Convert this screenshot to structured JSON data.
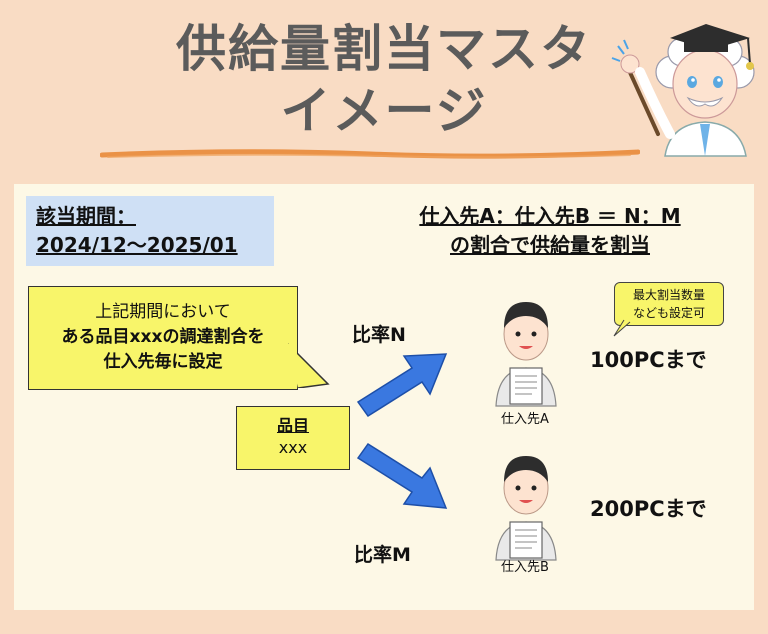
{
  "title": {
    "line1": "供給量割当マスタ",
    "line2": "イメージ"
  },
  "period": {
    "label": "該当期間：",
    "range": "2024/12～2025/01"
  },
  "ratio_heading": {
    "line1": "仕入先A：仕入先B ＝ N：M",
    "line2": "の割合で供給量を割当"
  },
  "callout": {
    "line1": "上記期間において",
    "line2": "ある品目xxxの調達割合を",
    "line3": "仕入先毎に設定"
  },
  "item": {
    "title": "品目",
    "value": "xxx"
  },
  "ratios": {
    "n": "比率N",
    "m": "比率M"
  },
  "suppliers": [
    {
      "label": "仕入先A",
      "limit": "100PCまで"
    },
    {
      "label": "仕入先B",
      "limit": "200PCまで"
    }
  ],
  "note": {
    "line1": "最大割当数量",
    "line2": "なども設定可"
  },
  "colors": {
    "background": "#f9dcc4",
    "panel": "#fdf8e6",
    "period_box": "#cfe0f5",
    "yellow_box": "#f8f56a",
    "arrow": "#3a78e0",
    "underline_brush": "#e8893a",
    "title_text": "#5b5b5b"
  },
  "icons": [
    "professor-mascot",
    "person-with-document-icon",
    "blue-arrow"
  ]
}
